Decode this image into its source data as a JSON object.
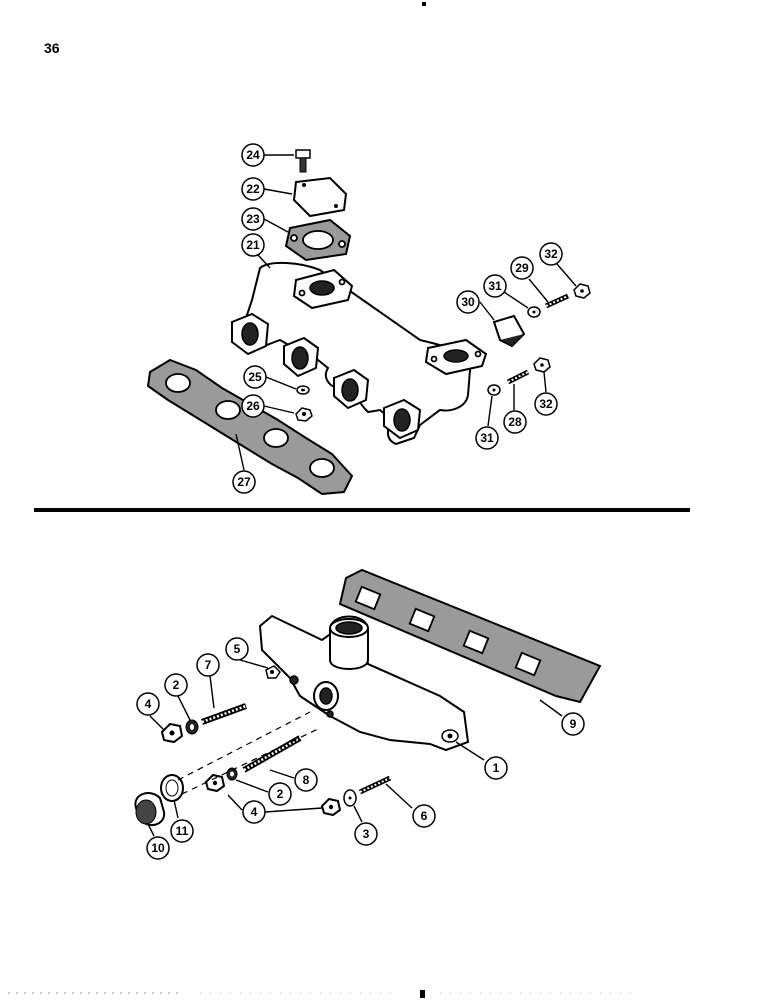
{
  "page": {
    "number": "36"
  },
  "callouts_upper": [
    {
      "id": "c24",
      "label": "24"
    },
    {
      "id": "c22",
      "label": "22"
    },
    {
      "id": "c23",
      "label": "23"
    },
    {
      "id": "c21",
      "label": "21"
    },
    {
      "id": "c25",
      "label": "25"
    },
    {
      "id": "c26",
      "label": "26"
    },
    {
      "id": "c27",
      "label": "27"
    },
    {
      "id": "c30",
      "label": "30"
    },
    {
      "id": "c31a",
      "label": "31"
    },
    {
      "id": "c29",
      "label": "29"
    },
    {
      "id": "c32a",
      "label": "32"
    },
    {
      "id": "c31b",
      "label": "31"
    },
    {
      "id": "c28",
      "label": "28"
    },
    {
      "id": "c32b",
      "label": "32"
    }
  ],
  "callouts_lower": [
    {
      "id": "c4a",
      "label": "4"
    },
    {
      "id": "c2a",
      "label": "2"
    },
    {
      "id": "c7",
      "label": "7"
    },
    {
      "id": "c5",
      "label": "5"
    },
    {
      "id": "c9",
      "label": "9"
    },
    {
      "id": "c1",
      "label": "1"
    },
    {
      "id": "c8",
      "label": "8"
    },
    {
      "id": "c2b",
      "label": "2"
    },
    {
      "id": "c4b",
      "label": "4"
    },
    {
      "id": "c6",
      "label": "6"
    },
    {
      "id": "c3",
      "label": "3"
    },
    {
      "id": "c11",
      "label": "11"
    },
    {
      "id": "c10",
      "label": "10"
    }
  ]
}
